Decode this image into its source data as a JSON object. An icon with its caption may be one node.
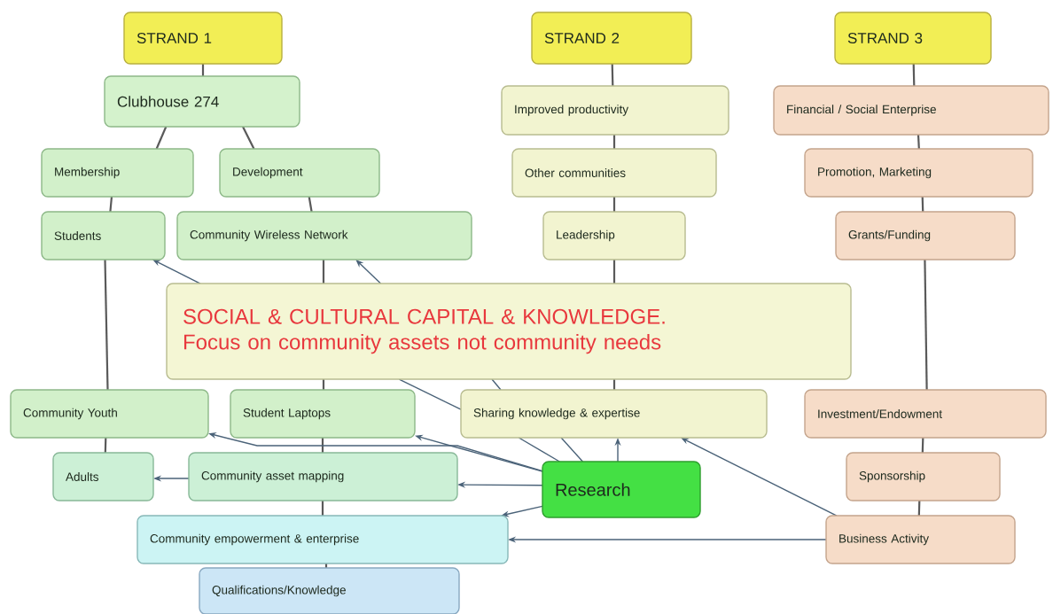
{
  "diagram": {
    "nodes": [
      {
        "text": [
          "STRAND 1"
        ]
      },
      {
        "text": [
          "STRAND 2"
        ]
      },
      {
        "text": [
          "STRAND 3"
        ]
      },
      {
        "text": [
          "Clubhouse 274"
        ]
      },
      {
        "text": [
          "Improved productivity"
        ]
      },
      {
        "text": [
          "Financial / Social Enterprise"
        ]
      },
      {
        "text": [
          "Membership"
        ]
      },
      {
        "text": [
          "Development"
        ]
      },
      {
        "text": [
          "Other communities"
        ]
      },
      {
        "text": [
          "Promotion, Marketing"
        ]
      },
      {
        "text": [
          "Students"
        ]
      },
      {
        "text": [
          "Community Wireless Network"
        ]
      },
      {
        "text": [
          "Leadership"
        ]
      },
      {
        "text": [
          "Grants/Funding"
        ]
      },
      {
        "text": [
          "SOCIAL & CULTURAL CAPITAL & KNOWLEDGE.",
          "Focus on community assets not community needs"
        ]
      },
      {
        "text": [
          "Community Youth"
        ]
      },
      {
        "text": [
          "Student Laptops"
        ]
      },
      {
        "text": [
          "Sharing knowledge & expertise"
        ]
      },
      {
        "text": [
          "Investment/Endowment"
        ]
      },
      {
        "text": [
          "Adults"
        ]
      },
      {
        "text": [
          "Community asset mapping"
        ]
      },
      {
        "text": [
          "Research"
        ]
      },
      {
        "text": [
          "Sponsorship"
        ]
      },
      {
        "text": [
          "Community empowerment & enterprise"
        ]
      },
      {
        "text": [
          "Business Activity"
        ]
      },
      {
        "text": [
          "Qualifications/Knowledge"
        ]
      }
    ],
    "edges": [
      {
        "from": 0,
        "to": 3,
        "arrow": "none"
      },
      {
        "from": 3,
        "to": 6,
        "arrow": "none"
      },
      {
        "from": 3,
        "to": 7,
        "arrow": "none"
      },
      {
        "from": 6,
        "to": 10,
        "arrow": "none"
      },
      {
        "from": 7,
        "to": 11,
        "arrow": "none"
      },
      {
        "from": 10,
        "to": 15,
        "arrow": "none"
      },
      {
        "from": 11,
        "to": 14,
        "arrow": "none"
      },
      {
        "from": 14,
        "to": 16,
        "arrow": "none"
      },
      {
        "from": 15,
        "to": 19,
        "arrow": "none"
      },
      {
        "from": 16,
        "to": 20,
        "arrow": "none"
      },
      {
        "from": 20,
        "to": 23,
        "arrow": "none"
      },
      {
        "from": 23,
        "to": 25,
        "arrow": "none"
      },
      {
        "from": 1,
        "to": 4,
        "arrow": "none"
      },
      {
        "from": 4,
        "to": 8,
        "arrow": "none"
      },
      {
        "from": 8,
        "to": 12,
        "arrow": "none"
      },
      {
        "from": 12,
        "to": 14,
        "arrow": "none"
      },
      {
        "from": 14,
        "to": 17,
        "arrow": "none"
      },
      {
        "from": 2,
        "to": 5,
        "arrow": "none"
      },
      {
        "from": 5,
        "to": 9,
        "arrow": "none"
      },
      {
        "from": 9,
        "to": 13,
        "arrow": "none"
      },
      {
        "from": 13,
        "to": 18,
        "arrow": "none"
      },
      {
        "from": 18,
        "to": 22,
        "arrow": "none"
      },
      {
        "from": 22,
        "to": 24,
        "arrow": "none"
      },
      {
        "from": 14,
        "to": 10,
        "arrow": "to",
        "color": "#4a6278"
      },
      {
        "from": 14,
        "to": 11,
        "arrow": "to",
        "color": "#4a6278"
      },
      {
        "from": 14,
        "to": 17,
        "arrow": "none",
        "color": "#4a6278"
      },
      {
        "from": 14,
        "to": 17,
        "arrow": "none",
        "color": "#4a6278"
      },
      {
        "from": 17,
        "to": 21,
        "arrow": "none",
        "color": "#4a6278"
      },
      {
        "from": 17,
        "to": 21,
        "arrow": "none",
        "color": "#4a6278"
      },
      {
        "from": 21,
        "to": 17,
        "arrow": "to",
        "color": "#4a6278"
      },
      {
        "from": 21,
        "to": 15,
        "arrow": "to",
        "color": "#4a6278"
      },
      {
        "from": 21,
        "to": 16,
        "arrow": "to",
        "color": "#4a6278"
      },
      {
        "from": 21,
        "to": 20,
        "arrow": "to",
        "color": "#4a6278"
      },
      {
        "from": 21,
        "to": 23,
        "arrow": "to",
        "color": "#4a6278"
      },
      {
        "from": 24,
        "to": 23,
        "arrow": "to",
        "color": "#4a6278"
      },
      {
        "from": 24,
        "to": 17,
        "arrow": "to",
        "color": "#4a6278"
      },
      {
        "from": 20,
        "to": 19,
        "arrow": "to",
        "color": "#4a6278"
      }
    ]
  }
}
